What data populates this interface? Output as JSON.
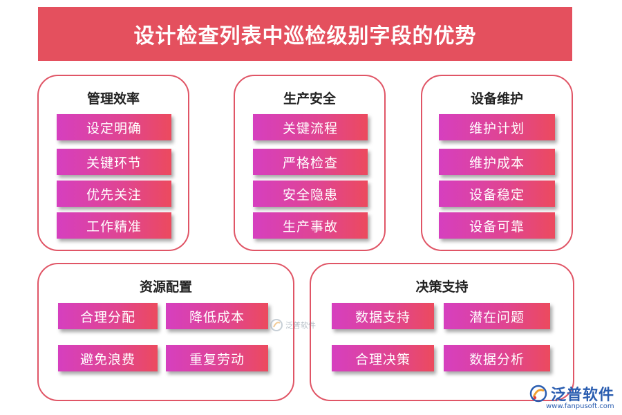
{
  "title": "设计检查列表中巡检级别字段的优势",
  "groups": [
    {
      "title": "管理效率",
      "items": [
        "设定明确",
        "关键环节",
        "优先关注",
        "工作精准"
      ]
    },
    {
      "title": "生产安全",
      "items": [
        "关键流程",
        "严格检查",
        "安全隐患",
        "生产事故"
      ]
    },
    {
      "title": "设备维护",
      "items": [
        "维护计划",
        "维护成本",
        "设备稳定",
        "设备可靠"
      ]
    },
    {
      "title": "资源配置",
      "items": [
        "合理分配",
        "降低成本",
        "避免浪费",
        "重复劳动"
      ]
    },
    {
      "title": "决策支持",
      "items": [
        "数据支持",
        "潜在问题",
        "合理决策",
        "数据分析"
      ]
    }
  ],
  "watermark": {
    "brand": "泛普软件",
    "url": "www.fanpusoft.com"
  },
  "colors": {
    "title_bg": "#e4505e",
    "border": "#e05566",
    "item_start": "#d63fbf",
    "item_end": "#ec4a5e"
  }
}
